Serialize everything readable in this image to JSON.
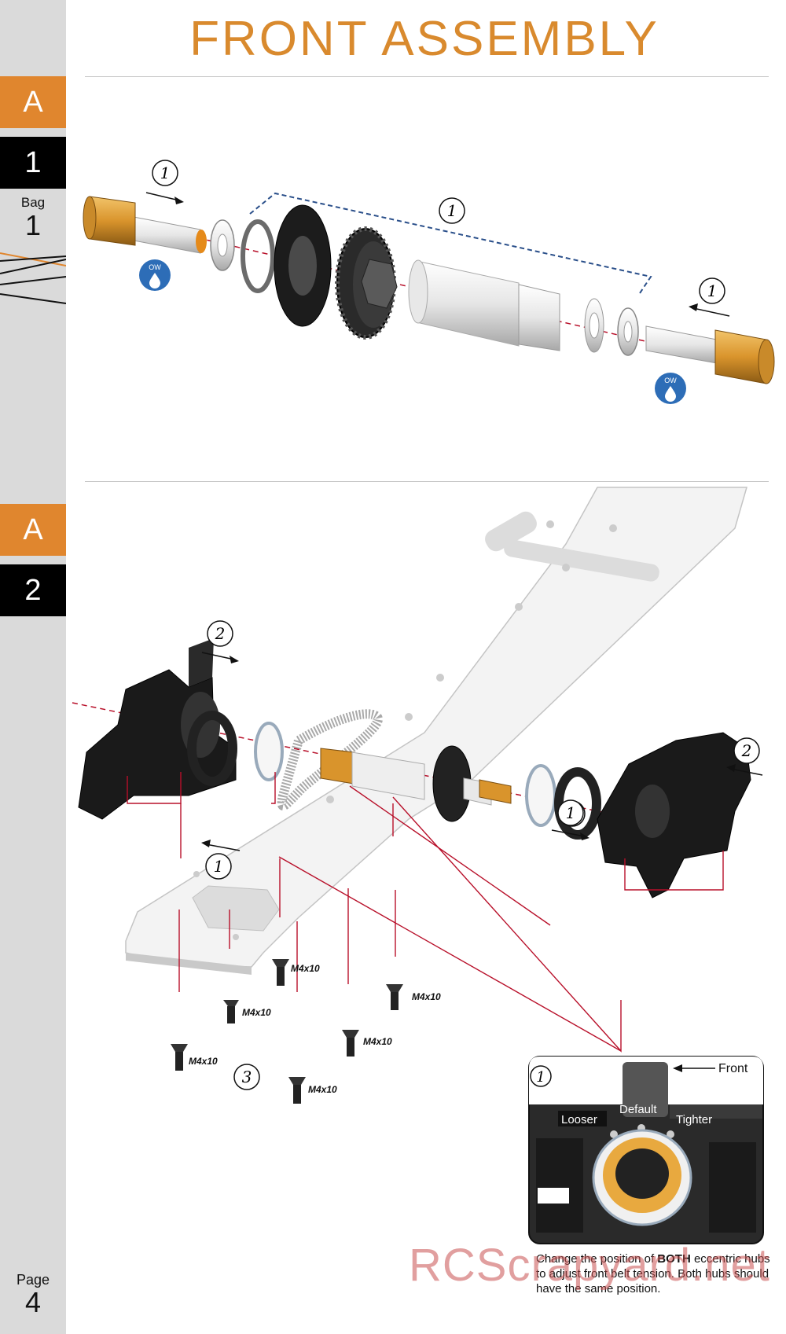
{
  "page_title": "FRONT ASSEMBLY",
  "sidebar": {
    "step1": {
      "letter": "A",
      "number": "1",
      "bag_label": "Bag",
      "bag_number": "1"
    },
    "step2": {
      "letter": "A",
      "number": "2"
    },
    "page_label": "Page",
    "page_number": "4"
  },
  "step1_callouts": {
    "left_tube": "1",
    "center_group": "1",
    "right_tube": "1"
  },
  "oil_badge": {
    "text": "OW",
    "color": "#2d6db7"
  },
  "step2_callouts": {
    "left_block": "2",
    "right_block": "2",
    "left_hub": "1",
    "right_hub": "1",
    "screws": "3"
  },
  "screw_labels": [
    "M4x10",
    "M4x10",
    "M4x10",
    "M4x10",
    "M4x10",
    "M4x10"
  ],
  "inset": {
    "number": "1",
    "front_label": "Front",
    "looser_label": "Looser",
    "default_label": "Default",
    "tighter_label": "Tighter"
  },
  "caption": {
    "before": "Change the position of ",
    "bold": "BOTH",
    "after": " eccentric hubs to adjust front belt tension. Both hubs should have the same position."
  },
  "watermark": "RCScrapyard.net",
  "colors": {
    "accent": "#e0862e",
    "title": "#d98a2e",
    "orange_part": "#d9942c",
    "guide_red": "#b8102a",
    "guide_blue": "#2a4f8a"
  }
}
